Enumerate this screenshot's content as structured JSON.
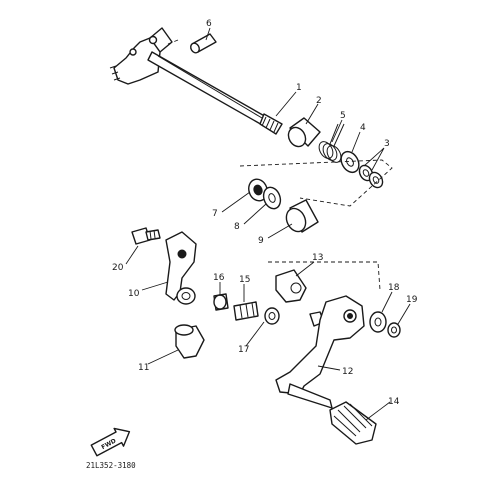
{
  "callouts": [
    {
      "id": "1",
      "label": "1"
    },
    {
      "id": "2",
      "label": "2"
    },
    {
      "id": "3",
      "label": "3"
    },
    {
      "id": "4",
      "label": "4"
    },
    {
      "id": "5",
      "label": "5"
    },
    {
      "id": "6",
      "label": "6"
    },
    {
      "id": "7",
      "label": "7"
    },
    {
      "id": "8",
      "label": "8"
    },
    {
      "id": "9",
      "label": "9"
    },
    {
      "id": "10",
      "label": "10"
    },
    {
      "id": "11",
      "label": "11"
    },
    {
      "id": "12",
      "label": "12"
    },
    {
      "id": "13",
      "label": "13"
    },
    {
      "id": "14",
      "label": "14"
    },
    {
      "id": "15",
      "label": "15"
    },
    {
      "id": "16",
      "label": "16"
    },
    {
      "id": "17",
      "label": "17"
    },
    {
      "id": "18",
      "label": "18"
    },
    {
      "id": "19",
      "label": "19"
    },
    {
      "id": "20",
      "label": "20"
    }
  ],
  "fwd_label": "FWD",
  "drawing_code": "21L352-3180"
}
